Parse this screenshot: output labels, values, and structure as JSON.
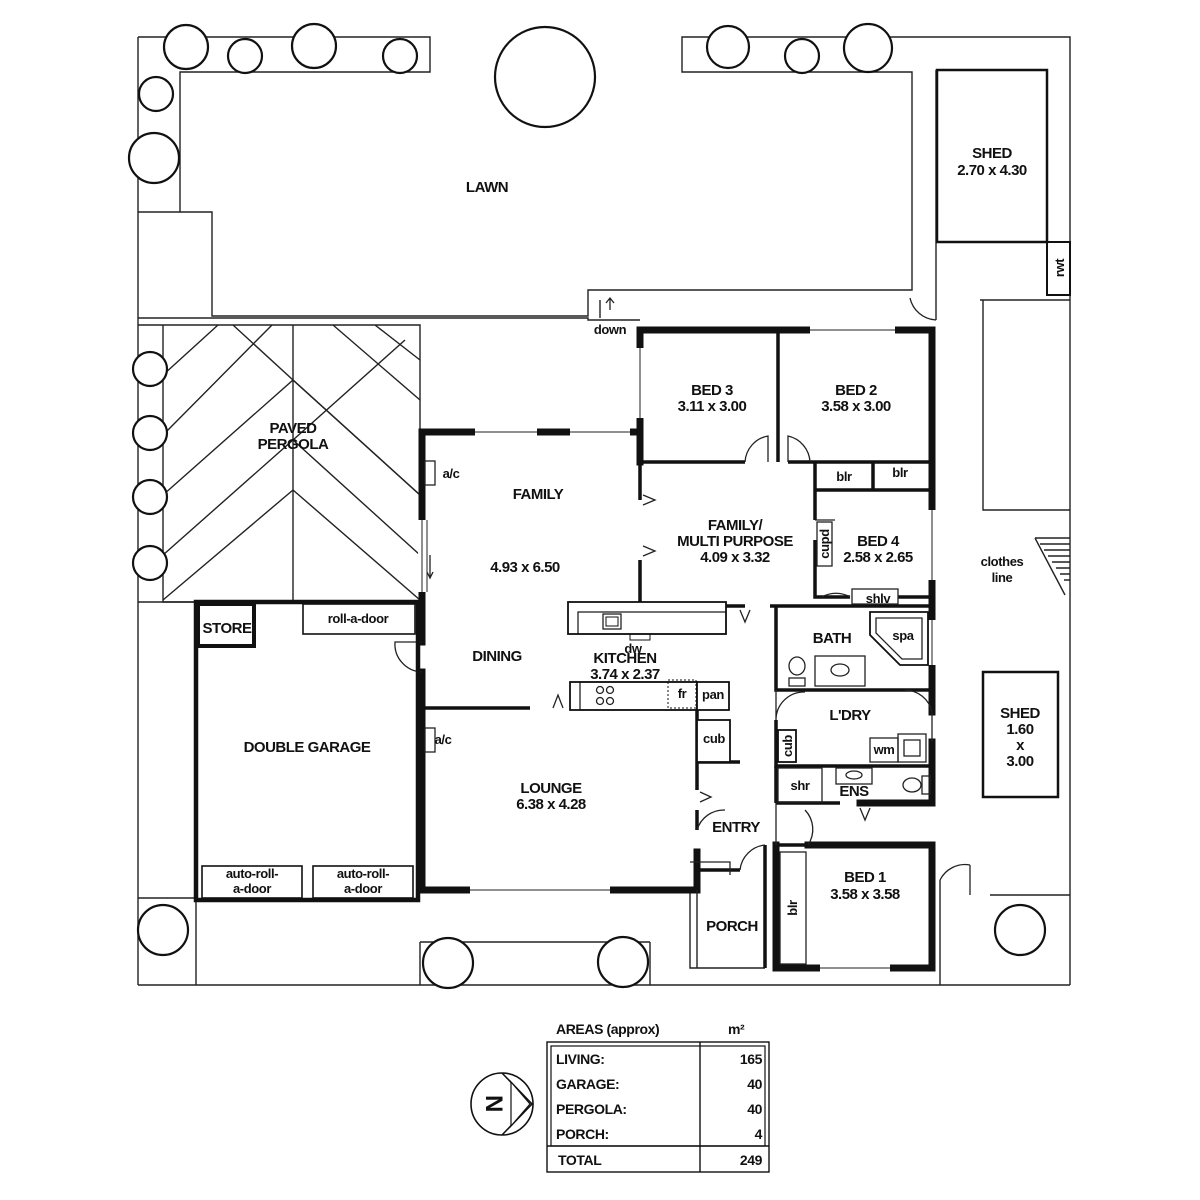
{
  "rooms": {
    "lawn": "LAWN",
    "shed_large": {
      "name": "SHED",
      "size": "2.70 x 4.30"
    },
    "shed_small": {
      "name": "SHED",
      "line1": "1.60",
      "line2": "x",
      "line3": "3.00"
    },
    "rwt": "rwt",
    "down": "down",
    "paved_pergola": {
      "line1": "PAVED",
      "line2": "PERGOLA"
    },
    "bed3": {
      "name": "BED 3",
      "size": "3.11 x 3.00"
    },
    "bed2": {
      "name": "BED 2",
      "size": "3.58 x 3.00"
    },
    "bed4": {
      "name": "BED 4",
      "size": "2.58 x 2.65"
    },
    "bed1": {
      "name": "BED 1",
      "size": "3.58 x 3.58"
    },
    "family": {
      "name": "FAMILY",
      "size": "4.93 x 6.50"
    },
    "family_multi": {
      "line1": "FAMILY/",
      "line2": "MULTI PURPOSE",
      "size": "4.09 x 3.32"
    },
    "dining": "DINING",
    "kitchen": {
      "name": "KITCHEN",
      "size": "3.74 x 2.37"
    },
    "lounge": {
      "name": "LOUNGE",
      "size": "6.38 x 4.28"
    },
    "bath": "BATH",
    "laundry": "L'DRY",
    "ensuite": "ENS",
    "entry": "ENTRY",
    "porch": "PORCH",
    "store": "STORE",
    "double_garage": "DOUBLE GARAGE",
    "clothes_line": {
      "line1": "clothes",
      "line2": "line"
    }
  },
  "fixtures": {
    "ac": "a/c",
    "blr": "blr",
    "cupd": "cupd",
    "shlv": "shlv",
    "spa": "spa",
    "dw": "dw",
    "fr": "fr",
    "pan": "pan",
    "cub": "cub",
    "wm": "wm",
    "shr": "shr",
    "roll_a_door": "roll-a-door",
    "auto_roll_door": {
      "line1": "auto-roll-",
      "line2": "a-door"
    }
  },
  "areas": {
    "title": "AREAS (approx)",
    "unit": "m²",
    "rows": [
      {
        "label": "LIVING:",
        "value": "165"
      },
      {
        "label": "GARAGE:",
        "value": "40"
      },
      {
        "label": "PERGOLA:",
        "value": "40"
      },
      {
        "label": "PORCH:",
        "value": "4"
      }
    ],
    "total": {
      "label": "TOTAL",
      "value": "249"
    }
  },
  "compass": {
    "letter": "N"
  }
}
